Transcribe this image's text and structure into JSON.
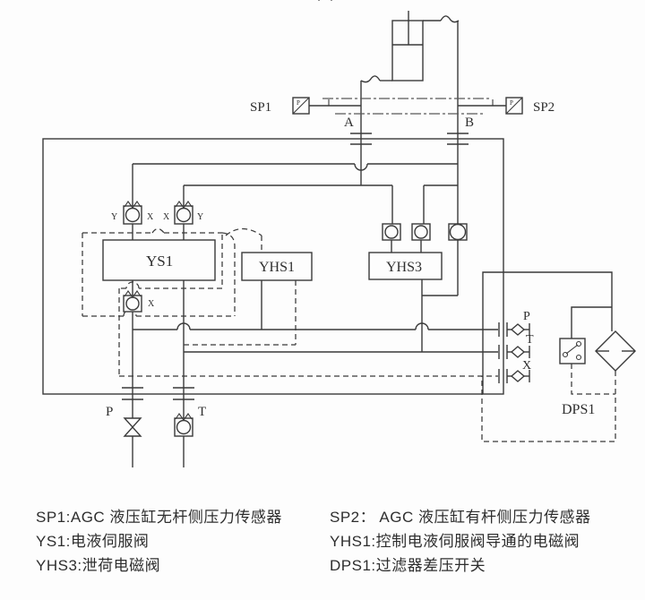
{
  "colors": {
    "line": "#3a3a3a",
    "background": "#fdfdfd"
  },
  "labels": {
    "sp1": "SP1",
    "sp2": "SP2",
    "sensor_p1": "P",
    "sensor_p2": "P",
    "port_a": "A",
    "port_b": "B",
    "ys1": "YS1",
    "yhs1": "YHS1",
    "yhs3": "YHS3",
    "dps1": "DPS1",
    "pilot1_left": "Y",
    "pilot1_right": "X",
    "pilot2_left": "X",
    "pilot2_right": "Y",
    "drain_x": "X",
    "bottom_p": "P",
    "bottom_t": "T",
    "right_p": "P",
    "right_t": "T",
    "right_x": "X"
  },
  "legend": {
    "left": [
      "SP1:AGC 液压缸无杆侧压力传感器",
      "YS1:电液伺服阀",
      "YHS3:泄荷电磁阀"
    ],
    "right": [
      "SP2： AGC 液压缸有杆侧压力传感器",
      "YHS1:控制电液伺服阀导通的电磁阀",
      "DPS1:过滤器差压开关"
    ]
  }
}
